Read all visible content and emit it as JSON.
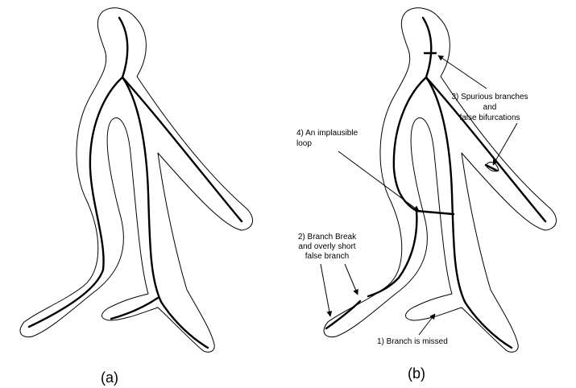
{
  "panels": {
    "a": {
      "label": "(a)"
    },
    "b": {
      "label": "(b)"
    }
  },
  "annotations": {
    "missed": {
      "line1": "1) Branch is missed"
    },
    "break": {
      "line1": "2) Branch Break",
      "line2": "and overly short",
      "line3": "false branch"
    },
    "spurious": {
      "line1": "3) Spurious branches",
      "line2": "and",
      "line3": "false bifurcations"
    },
    "loop": {
      "line1": "4) An implausible",
      "line2": "loop"
    }
  }
}
